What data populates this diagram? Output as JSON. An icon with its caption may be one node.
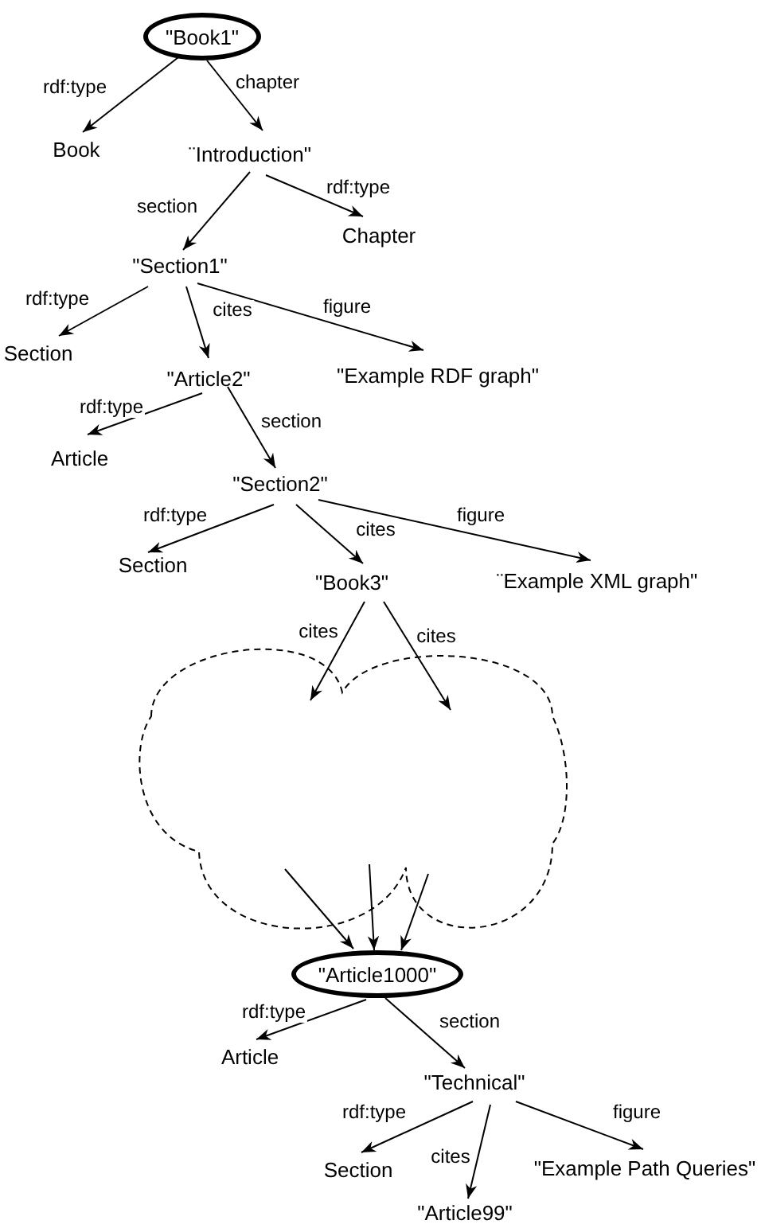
{
  "diagram": {
    "nodes": [
      {
        "text": [
          "\"Book1\""
        ]
      },
      {
        "text": [
          "Book"
        ]
      },
      {
        "text": [
          "¨Introduction\""
        ]
      },
      {
        "text": [
          "Chapter"
        ]
      },
      {
        "text": [
          "\"Section1\""
        ]
      },
      {
        "text": [
          "Section"
        ]
      },
      {
        "text": [
          "\"Article2\""
        ]
      },
      {
        "text": [
          "\"Example RDF graph\""
        ]
      },
      {
        "text": [
          "Article"
        ]
      },
      {
        "text": [
          "\"Section2\""
        ]
      },
      {
        "text": [
          "Section"
        ]
      },
      {
        "text": [
          "\"Book3\""
        ]
      },
      {
        "text": [
          "¨Example XML graph\""
        ]
      },
      {
        "text": [],
        "shape": "cloud"
      },
      {
        "text": [
          "\"Article1000\""
        ]
      },
      {
        "text": [
          "Article"
        ]
      },
      {
        "text": [
          "\"Technical\""
        ]
      },
      {
        "text": [
          "Section"
        ]
      },
      {
        "text": [
          "\"Article99\""
        ]
      },
      {
        "text": [
          "\"Example Path Queries\""
        ]
      }
    ],
    "edges": [
      {
        "from": 0,
        "to": 1,
        "arrow": "to",
        "label": "rdf:type"
      },
      {
        "from": 0,
        "to": 2,
        "arrow": "to",
        "label": "chapter"
      },
      {
        "from": 2,
        "to": 4,
        "arrow": "to",
        "label": "section"
      },
      {
        "from": 2,
        "to": 3,
        "arrow": "to",
        "label": "rdf:type"
      },
      {
        "from": 4,
        "to": 5,
        "arrow": "to",
        "label": "rdf:type"
      },
      {
        "from": 4,
        "to": 6,
        "arrow": "to",
        "label": "cites"
      },
      {
        "from": 4,
        "to": 7,
        "arrow": "to",
        "label": "figure"
      },
      {
        "from": 6,
        "to": 8,
        "arrow": "to",
        "label": "rdf:type"
      },
      {
        "from": 6,
        "to": 9,
        "arrow": "to",
        "label": "section"
      },
      {
        "from": 9,
        "to": 10,
        "arrow": "to",
        "label": "rdf:type"
      },
      {
        "from": 9,
        "to": 11,
        "arrow": "to",
        "label": "cites"
      },
      {
        "from": 9,
        "to": 12,
        "arrow": "to",
        "label": "figure"
      },
      {
        "from": 11,
        "to": 13,
        "arrow": "to",
        "label": "cites"
      },
      {
        "from": 11,
        "to": 13,
        "arrow": "to",
        "label": "cites"
      },
      {
        "from": 13,
        "to": 14,
        "arrow": "to"
      },
      {
        "from": 13,
        "to": 14,
        "arrow": "to"
      },
      {
        "from": 13,
        "to": 14,
        "arrow": "to"
      },
      {
        "from": 14,
        "to": 15,
        "arrow": "to",
        "label": "rdf:type"
      },
      {
        "from": 14,
        "to": 16,
        "arrow": "to",
        "label": "section"
      },
      {
        "from": 16,
        "to": 17,
        "arrow": "to",
        "label": "rdf:type"
      },
      {
        "from": 16,
        "to": 18,
        "arrow": "to",
        "label": "cites"
      },
      {
        "from": 16,
        "to": 19,
        "arrow": "to",
        "label": "figure"
      }
    ]
  }
}
